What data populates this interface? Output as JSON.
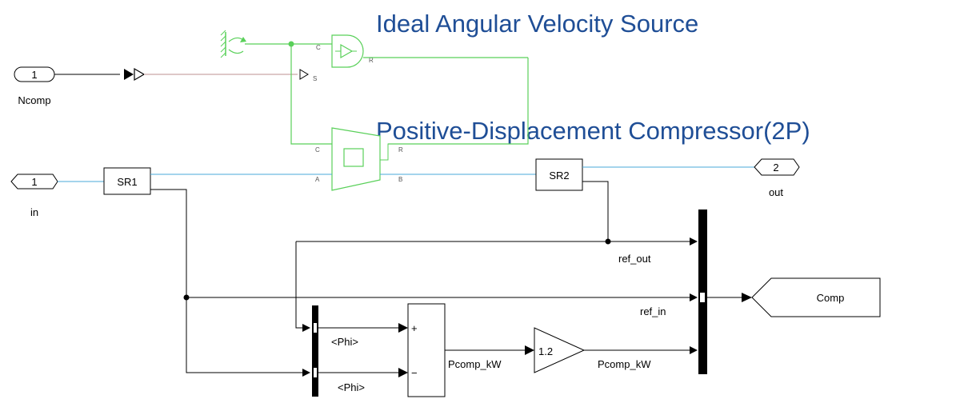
{
  "annotations": {
    "ideal_source": "Ideal Angular Velocity Source",
    "compressor": "Positive-Displacement Compressor(2P)"
  },
  "ports": {
    "inport_ncomp": {
      "number": "1",
      "name": "Ncomp"
    },
    "inport_in": {
      "number": "1",
      "name": "in"
    },
    "outport_out": {
      "number": "2",
      "name": "out"
    }
  },
  "blocks": {
    "sr1": "SR1",
    "sr2": "SR2",
    "gain": "1.2",
    "goto": "Comp",
    "sum_plus": "+",
    "sum_minus": "−"
  },
  "port_labels": {
    "velocity_c": "C",
    "velocity_r": "R",
    "velocity_s": "S",
    "comp_c": "C",
    "comp_r": "R",
    "comp_a": "A",
    "comp_b": "B"
  },
  "signals": {
    "ref_out": "ref_out",
    "ref_in": "ref_in",
    "phi_1": "<Phi>",
    "phi_2": "<Phi>",
    "pcomp_1": "Pcomp_kW",
    "pcomp_2": "Pcomp_kW"
  },
  "colors": {
    "mechanical_line": "#59d059",
    "physical_line": "#4aa8d8",
    "annotation_text": "#1f4e96"
  }
}
